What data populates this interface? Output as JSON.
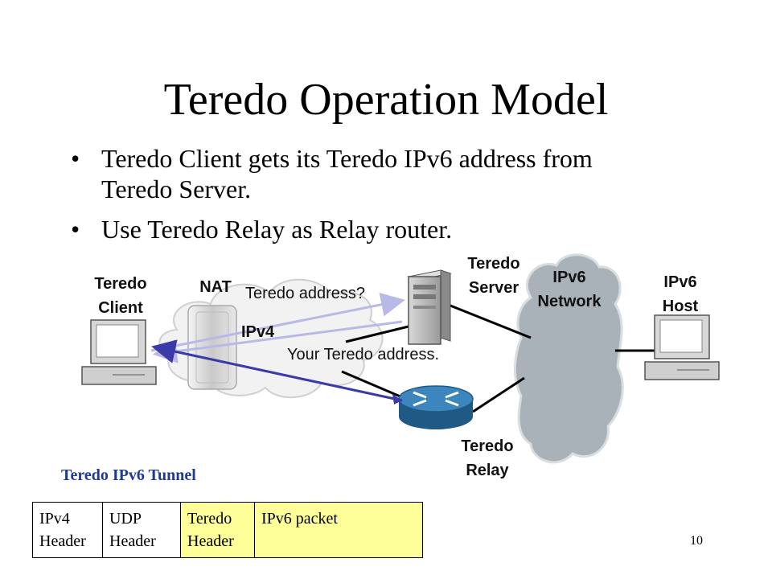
{
  "title": "Teredo Operation Model",
  "bullets": [
    "Teredo Client gets its Teredo IPv6 address from Teredo Server.",
    "Use Teredo Relay as Relay router."
  ],
  "bullet_symbol": "•",
  "diagram": {
    "labels": {
      "client": "Teredo\nClient",
      "nat": "NAT",
      "server": "Teredo\nServer",
      "ipv6_network": "IPv6\nNetwork",
      "ipv6_host": "IPv6\nHost",
      "relay": "Teredo\nRelay",
      "ipv4": "IPv4"
    },
    "messages": {
      "request": "Teredo address?",
      "reply": "Your Teredo address."
    },
    "colors": {
      "request_arrow": "#b9b9e8",
      "tunnel_arrow": "#3a3aa8",
      "cloud_ipv4": "#f2f2f2",
      "cloud_ipv6": "#a8b2b8",
      "router": "#2d6f9e"
    },
    "icons": [
      "computer-icon",
      "nat-device-icon",
      "server-tower-icon",
      "router-icon"
    ]
  },
  "tunnel": {
    "title": "Teredo IPv6 Tunnel",
    "fields": [
      {
        "label": "IPv4\nHeader",
        "highlight": false
      },
      {
        "label": "UDP\nHeader",
        "highlight": false
      },
      {
        "label": "Teredo\nHeader",
        "highlight": true
      },
      {
        "label": "IPv6 packet",
        "highlight": true
      }
    ],
    "highlight_color": "#ffff99"
  },
  "page_number": "10"
}
